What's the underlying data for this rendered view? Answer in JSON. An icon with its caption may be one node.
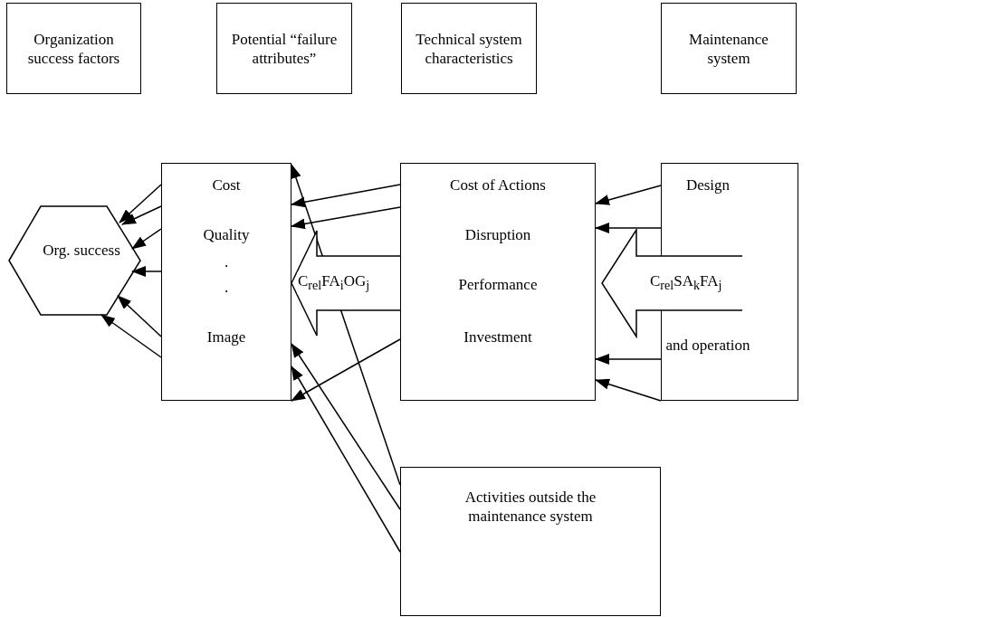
{
  "diagram": {
    "nodes": [
      {
        "text": [
          "Organization success factors"
        ]
      },
      {
        "text": [
          "Potential “failure attributes”"
        ]
      },
      {
        "text": [
          "Technical system characteristics"
        ]
      },
      {
        "text": [
          "Maintenance system"
        ]
      },
      {
        "text": [
          "Org. success"
        ]
      },
      {
        "text": [
          "Cost",
          "Quality",
          ".",
          ".",
          "Image"
        ]
      },
      {
        "text": [
          "Cost of Actions",
          "Disruption",
          "Performance",
          "Investment"
        ]
      },
      {
        "text": [
          "Design",
          "and operation"
        ]
      },
      {
        "text": [
          "Activities outside the maintenance system"
        ]
      }
    ],
    "edges": [
      {
        "from": 5,
        "to": 4,
        "arrow": "to"
      },
      {
        "from": 5,
        "to": 4,
        "arrow": "to"
      },
      {
        "from": 5,
        "to": 4,
        "arrow": "to"
      },
      {
        "from": 5,
        "to": 4,
        "arrow": "to"
      },
      {
        "from": 5,
        "to": 4,
        "arrow": "to"
      },
      {
        "from": 5,
        "to": 4,
        "arrow": "to"
      },
      {
        "from": 6,
        "to": 5,
        "arrow": "to"
      },
      {
        "from": 6,
        "to": 5,
        "arrow": "to"
      },
      {
        "from": 6,
        "to": 5,
        "arrow": "to"
      },
      {
        "from": 7,
        "to": 6,
        "arrow": "to"
      },
      {
        "from": 7,
        "to": 6,
        "arrow": "to"
      },
      {
        "from": 7,
        "to": 6,
        "arrow": "to"
      },
      {
        "from": 7,
        "to": 6,
        "arrow": "to"
      },
      {
        "from": 8,
        "to": 5,
        "arrow": "to"
      },
      {
        "from": 8,
        "to": 5,
        "arrow": "to"
      },
      {
        "from": 8,
        "to": 5,
        "arrow": "to"
      },
      {
        "from": 6,
        "to": 5,
        "arrow": "to",
        "style": "thick",
        "label": "C$_{rel}$FA$_{i}$OG$_{j}$"
      },
      {
        "from": 7,
        "to": 6,
        "arrow": "to",
        "style": "thick",
        "label": "C$_{rel}$SA$_{k}$FA$_{j}$"
      }
    ]
  }
}
